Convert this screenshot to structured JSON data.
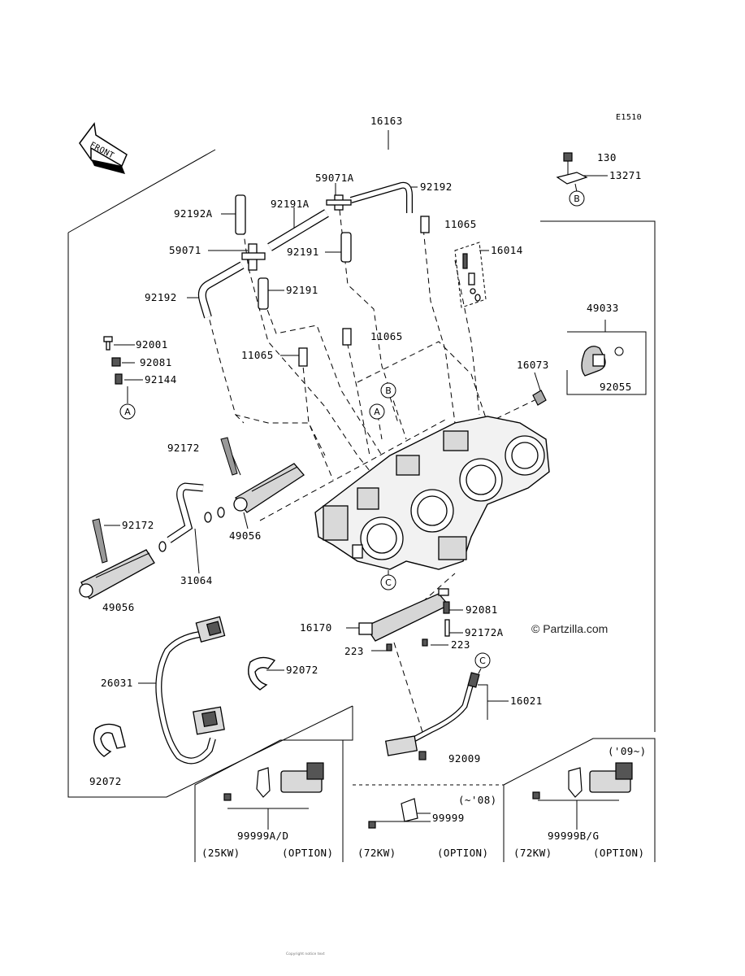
{
  "diagram_code": "E1510",
  "front_label": "FRONT",
  "watermark": "© Partzilla.com",
  "footer": "Copyright notice text",
  "labels": {
    "l16163": "16163",
    "l92192_top": "92192",
    "l59071A": "59071A",
    "l92191A": "92191A",
    "l92192A": "92192A",
    "l59071": "59071",
    "l92191_a": "92191",
    "l92191_b": "92191",
    "l92192_left": "92192",
    "l11065_top": "11065",
    "l16014": "16014",
    "l11065_mid": "11065",
    "l11065_left": "11065",
    "l130": "130",
    "l13271": "13271",
    "l49033": "49033",
    "l16073": "16073",
    "l92055": "92055",
    "l92001": "92001",
    "l92081_left": "92081",
    "l92144": "92144",
    "l92172_upper": "92172",
    "l92172_lower": "92172",
    "l49056_right": "49056",
    "l49056_left": "49056",
    "l31064": "31064",
    "l92081_right": "92081",
    "l16170": "16170",
    "l92172A": "92172A",
    "l223_left": "223",
    "l223_right": "223",
    "l92072_right": "92072",
    "l26031": "26031",
    "l16021": "16021",
    "l92072_left": "92072",
    "l92009": "92009",
    "l99999": "99999",
    "l08": "(~'08)",
    "l09": "('09~)",
    "l99999AD": "99999A/D",
    "l99999BG": "99999B/G",
    "l25kw": "(25KW)",
    "l72kw_a": "(72KW)",
    "l72kw_b": "(72KW)",
    "option_a": "(OPTION)",
    "option_b": "(OPTION)",
    "option_c": "(OPTION)"
  },
  "callouts": {
    "A": "A",
    "B": "B",
    "C": "C"
  }
}
